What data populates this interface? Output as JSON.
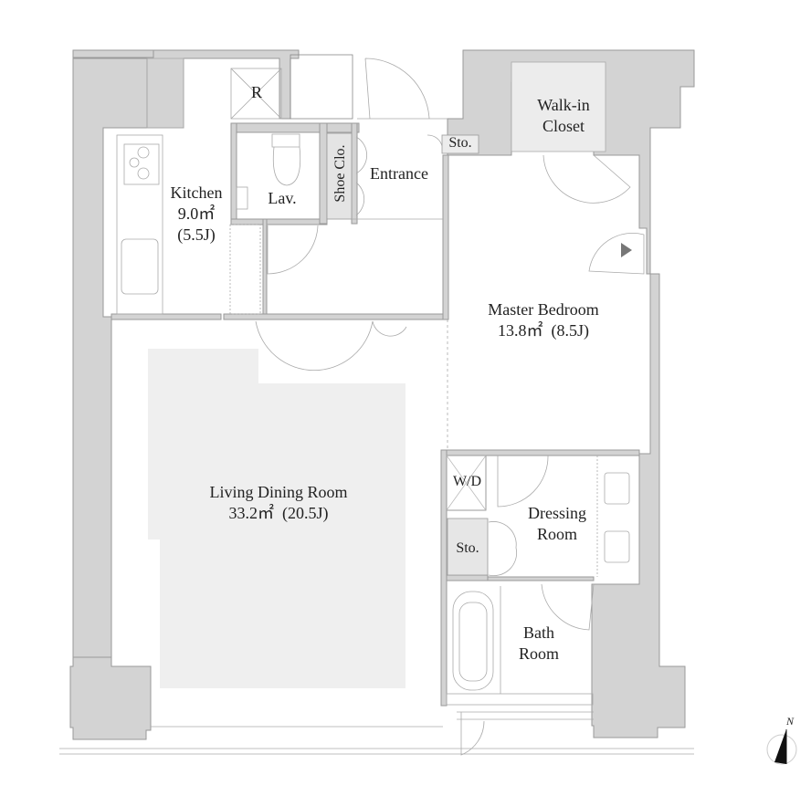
{
  "plan": {
    "colors": {
      "wall": "#d3d3d3",
      "wall_line": "#999999",
      "floor_tint": "#efefef",
      "closet_tint": "#ececec",
      "text": "#222222"
    },
    "rooms": [
      {
        "id": "kitchen",
        "name": "Kitchen",
        "area": "9.0㎡",
        "tatami": "(5.5J)"
      },
      {
        "id": "lavatory",
        "name": "Lav."
      },
      {
        "id": "refrigerator",
        "name": "R"
      },
      {
        "id": "shoe-closet",
        "name": "Shoe Clo."
      },
      {
        "id": "entrance",
        "name": "Entrance"
      },
      {
        "id": "storage-entrance",
        "name": "Sto."
      },
      {
        "id": "walk-in-closet",
        "name_line1": "Walk-in",
        "name_line2": "Closet"
      },
      {
        "id": "master-bedroom",
        "name": "Master Bedroom",
        "area": "13.8㎡",
        "tatami": "(8.5J)"
      },
      {
        "id": "living-dining",
        "name": "Living Dining Room",
        "area": "33.2㎡",
        "tatami": "(20.5J)"
      },
      {
        "id": "washer-dryer",
        "name": "W/D"
      },
      {
        "id": "dressing-room",
        "name_line1": "Dressing",
        "name_line2": "Room"
      },
      {
        "id": "storage-dressing",
        "name": "Sto."
      },
      {
        "id": "bath-room",
        "name_line1": "Bath",
        "name_line2": "Room"
      }
    ],
    "compass": {
      "label": "N"
    }
  }
}
